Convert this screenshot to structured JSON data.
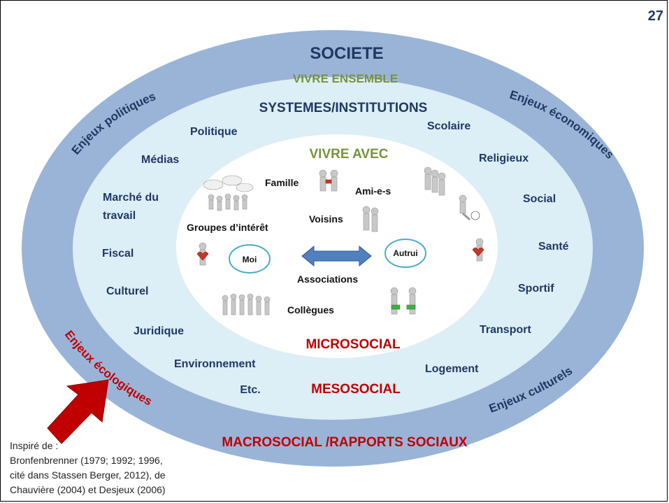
{
  "slide_number": "27",
  "rings": {
    "outer": {
      "title": "SOCIETE",
      "subtitle": "VIVRE ENSEMBLE",
      "level": "MACROSOCIAL /RAPPORTS SOCIAUX"
    },
    "middle": {
      "title": "SYSTEMES/INSTITUTIONS",
      "level": "MESOSOCIAL",
      "etc": "Etc."
    },
    "inner": {
      "title": "VIVRE AVEC",
      "level": "MICROSOCIAL"
    }
  },
  "enjeux": {
    "politiques": "Enjeux politiques",
    "economiques": "Enjeux économiques",
    "ecologiques": "Enjeux écologiques",
    "culturels": "Enjeux culturels"
  },
  "institutions_left": [
    "Politique",
    "Médias",
    "Marché du",
    "travail",
    "Fiscal",
    "Culturel",
    "Juridique",
    "Environnement"
  ],
  "institutions_right": [
    "Scolaire",
    "Religieux",
    "Social",
    "Santé",
    "Sportif",
    "Transport",
    "Logement"
  ],
  "micro": {
    "famille": "Famille",
    "amis": "Ami-e-s",
    "voisins": "Voisins",
    "groupes": "Groupes d’intérêt",
    "associations": "Associations",
    "collegues": "Collègues",
    "moi": "Moi",
    "autrui": "Autrui"
  },
  "credit": [
    "Inspiré de :",
    "Bronfenbrenner (1979; 1992; 1996,",
    "cité dans Stassen Berger, 2012), de",
    "Chauvière (2004) et Desjeux (2006)"
  ],
  "colors": {
    "outer_ring": "#9ab4d8",
    "middle_ring": "#dceef6",
    "inner": "#ffffff",
    "navy": "#1f3864",
    "green": "#77933c",
    "red": "#c00000",
    "teal": "#4bacc6",
    "arrow_blue": "#4f81bd"
  }
}
